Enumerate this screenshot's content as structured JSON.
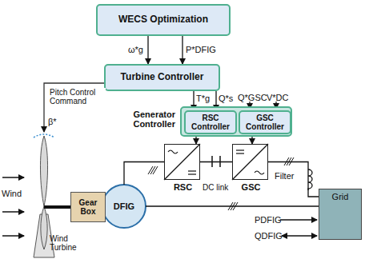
{
  "diagram": {
    "nodes": [
      {
        "text": [
          "WECS Optimization"
        ]
      },
      {
        "text": [
          "Turbine Controller"
        ]
      },
      {
        "text": [
          "Generator Controller"
        ]
      },
      {
        "text": [
          "RSC Controller"
        ],
        "in": 2
      },
      {
        "text": [
          "GSC Controller"
        ],
        "in": 2
      },
      {
        "text": [
          "RSC"
        ]
      },
      {
        "text": [
          "GSC"
        ]
      },
      {
        "text": [
          "Wind Turbine"
        ]
      },
      {
        "text": [
          "Gear Box"
        ]
      },
      {
        "text": [
          "DFIG"
        ]
      },
      {
        "text": [
          "Grid"
        ]
      }
    ],
    "edges": [
      {
        "from": 0,
        "to": 1,
        "label": "ω*g",
        "arrow": "to"
      },
      {
        "from": 0,
        "to": 1,
        "label": "P*DFIG",
        "arrow": "to"
      },
      {
        "from": 1,
        "to": 3,
        "label": "T*g",
        "arrow": "to"
      },
      {
        "from": 1,
        "to": 3,
        "label": "Q*s",
        "arrow": "to"
      },
      {
        "from": 1,
        "to": 7,
        "label": "Pitch Control Command",
        "arrow": "to"
      },
      {
        "from": 3,
        "to": 5,
        "arrow": "to"
      },
      {
        "from": 4,
        "to": 6,
        "arrow": "to"
      },
      {
        "from": 5,
        "to": 6,
        "arrow": "none"
      },
      {
        "from": 7,
        "to": 8,
        "arrow": "none"
      },
      {
        "from": 8,
        "to": 9,
        "arrow": "none"
      },
      {
        "from": 9,
        "to": 5,
        "arrow": "none"
      },
      {
        "from": 9,
        "to": 10,
        "arrow": "none"
      },
      {
        "from": 6,
        "to": 10,
        "arrow": "none"
      }
    ],
    "labels": [
      "Q*GSC",
      "V*DC",
      "β*",
      "Wind",
      "DC link",
      "Filter",
      "PDFIG",
      "QDFIG"
    ]
  }
}
